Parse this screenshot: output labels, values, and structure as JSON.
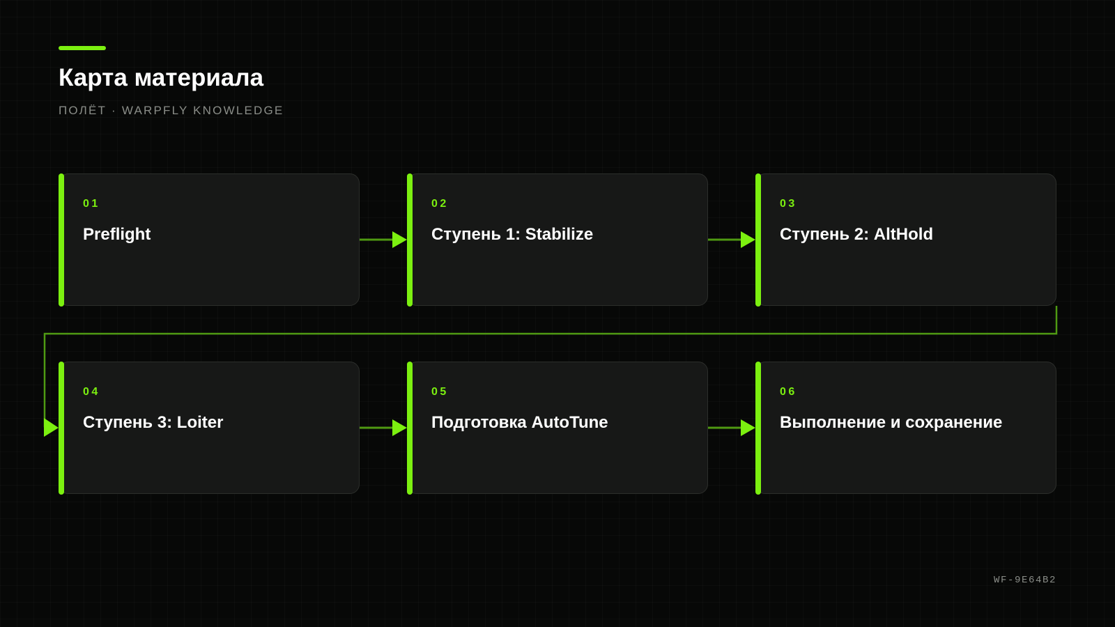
{
  "header": {
    "title": "Карта материала",
    "subtitle": "ПОЛЁТ · WARPFLY KNOWLEDGE"
  },
  "steps": [
    {
      "number": "01",
      "title": "Preflight"
    },
    {
      "number": "02",
      "title": "Ступень 1: Stabilize"
    },
    {
      "number": "03",
      "title": "Ступень 2: AltHold"
    },
    {
      "number": "04",
      "title": "Ступень 3: Loiter"
    },
    {
      "number": "05",
      "title": "Подготовка AutoTune"
    },
    {
      "number": "06",
      "title": "Выполнение и сохранение"
    }
  ],
  "footer": {
    "code": "WF-9E64B2"
  },
  "colors": {
    "accent": "#7cf010",
    "connector": "#4f9a12",
    "background": "#070807",
    "card": "#171817"
  }
}
